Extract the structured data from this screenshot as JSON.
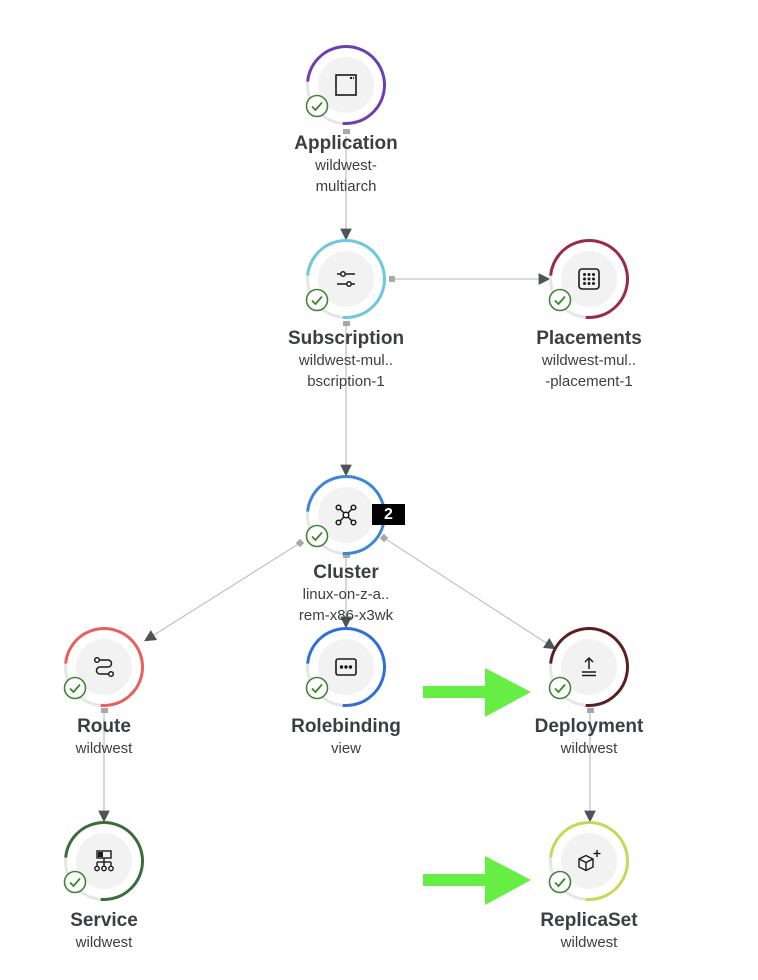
{
  "nodes": {
    "application": {
      "title": "Application",
      "line1": "wildwest-",
      "line2": "multiarch",
      "color": "#6b3fb3",
      "status": "success-check-icon",
      "icon": "application-icon"
    },
    "subscription": {
      "title": "Subscription",
      "line1": "wildwest-mul..",
      "line2": "bscription-1",
      "color": "#6fc5e3",
      "status": "success-check-icon",
      "icon": "subscription-icon"
    },
    "placements": {
      "title": "Placements",
      "line1": "wildwest-mul..",
      "line2": "-placement-1",
      "color": "#9b2a48",
      "status": "success-check-icon",
      "icon": "placements-icon"
    },
    "cluster": {
      "title": "Cluster",
      "line1": "linux-on-z-a..",
      "line2": "rem-x86-x3wk",
      "color": "#3d85d6",
      "status": "success-check-icon",
      "icon": "cluster-icon",
      "badge": "2"
    },
    "route": {
      "title": "Route",
      "line1": "wildwest",
      "color": "#e8605a",
      "status": "success-check-icon",
      "icon": "route-icon"
    },
    "rolebinding": {
      "title": "Rolebinding",
      "line1": "view",
      "color": "#2f6fd6",
      "status": "success-check-icon",
      "icon": "rolebinding-icon"
    },
    "deployment": {
      "title": "Deployment",
      "line1": "wildwest",
      "color": "#5a1f1f",
      "status": "success-check-icon",
      "icon": "deployment-icon"
    },
    "service": {
      "title": "Service",
      "line1": "wildwest",
      "color": "#3a6e3c",
      "status": "success-check-icon",
      "icon": "service-icon"
    },
    "replicaset": {
      "title": "ReplicaSet",
      "line1": "wildwest",
      "color": "#c3d95a",
      "status": "success-check-icon",
      "icon": "replicaset-icon"
    }
  },
  "edge_color": "#c4c4c4",
  "arrowhead_color": "#4d5358",
  "callout_arrow_color": "#66ee44",
  "check_color": "#3e8635"
}
